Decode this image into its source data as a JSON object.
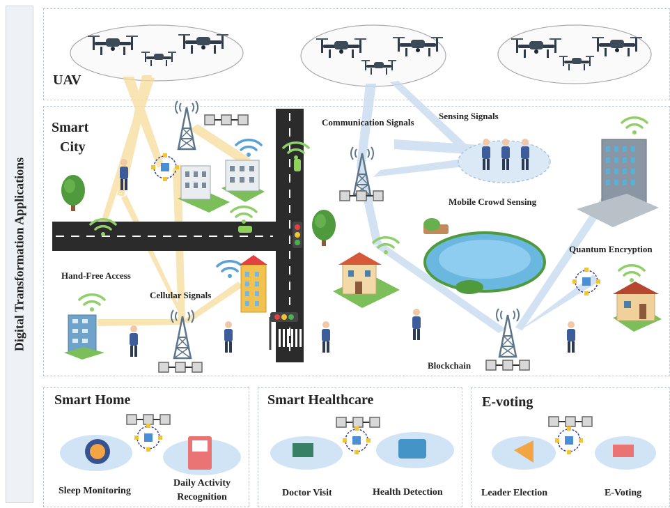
{
  "sidebar": {
    "title": "Digital Transformation Applications"
  },
  "uav": {
    "title": "UAV"
  },
  "smart_city": {
    "title_line1": "Smart",
    "title_line2": "City",
    "labels": {
      "communication_signals": "Communication Signals",
      "sensing_signals": "Sensing Signals",
      "mobile_crowd_sensing": "Mobile Crowd Sensing",
      "quantum_encryption": "Quantum Encryption",
      "hand_free_access": "Hand-Free Access",
      "cellular_signals": "Cellular Signals",
      "blockchain": "Blockchain"
    }
  },
  "smart_home": {
    "title": "Smart Home",
    "items": [
      "Sleep Monitoring",
      "Daily Activity",
      "Recognition"
    ]
  },
  "smart_healthcare": {
    "title": "Smart Healthcare",
    "items": [
      "Doctor Visit",
      "Health Detection"
    ]
  },
  "e_voting": {
    "title": "E-voting",
    "items": [
      "Leader Election",
      "E-Voting"
    ]
  },
  "colors": {
    "road": "#2b2b2b",
    "signal_beam_yellow": "#f7dc9a",
    "signal_beam_blue": "#c7dcef",
    "wifi_green": "#8fcf6a",
    "tower": "#5d7589",
    "lake": "#6ab7e0",
    "tree": "#4f9a3c"
  }
}
